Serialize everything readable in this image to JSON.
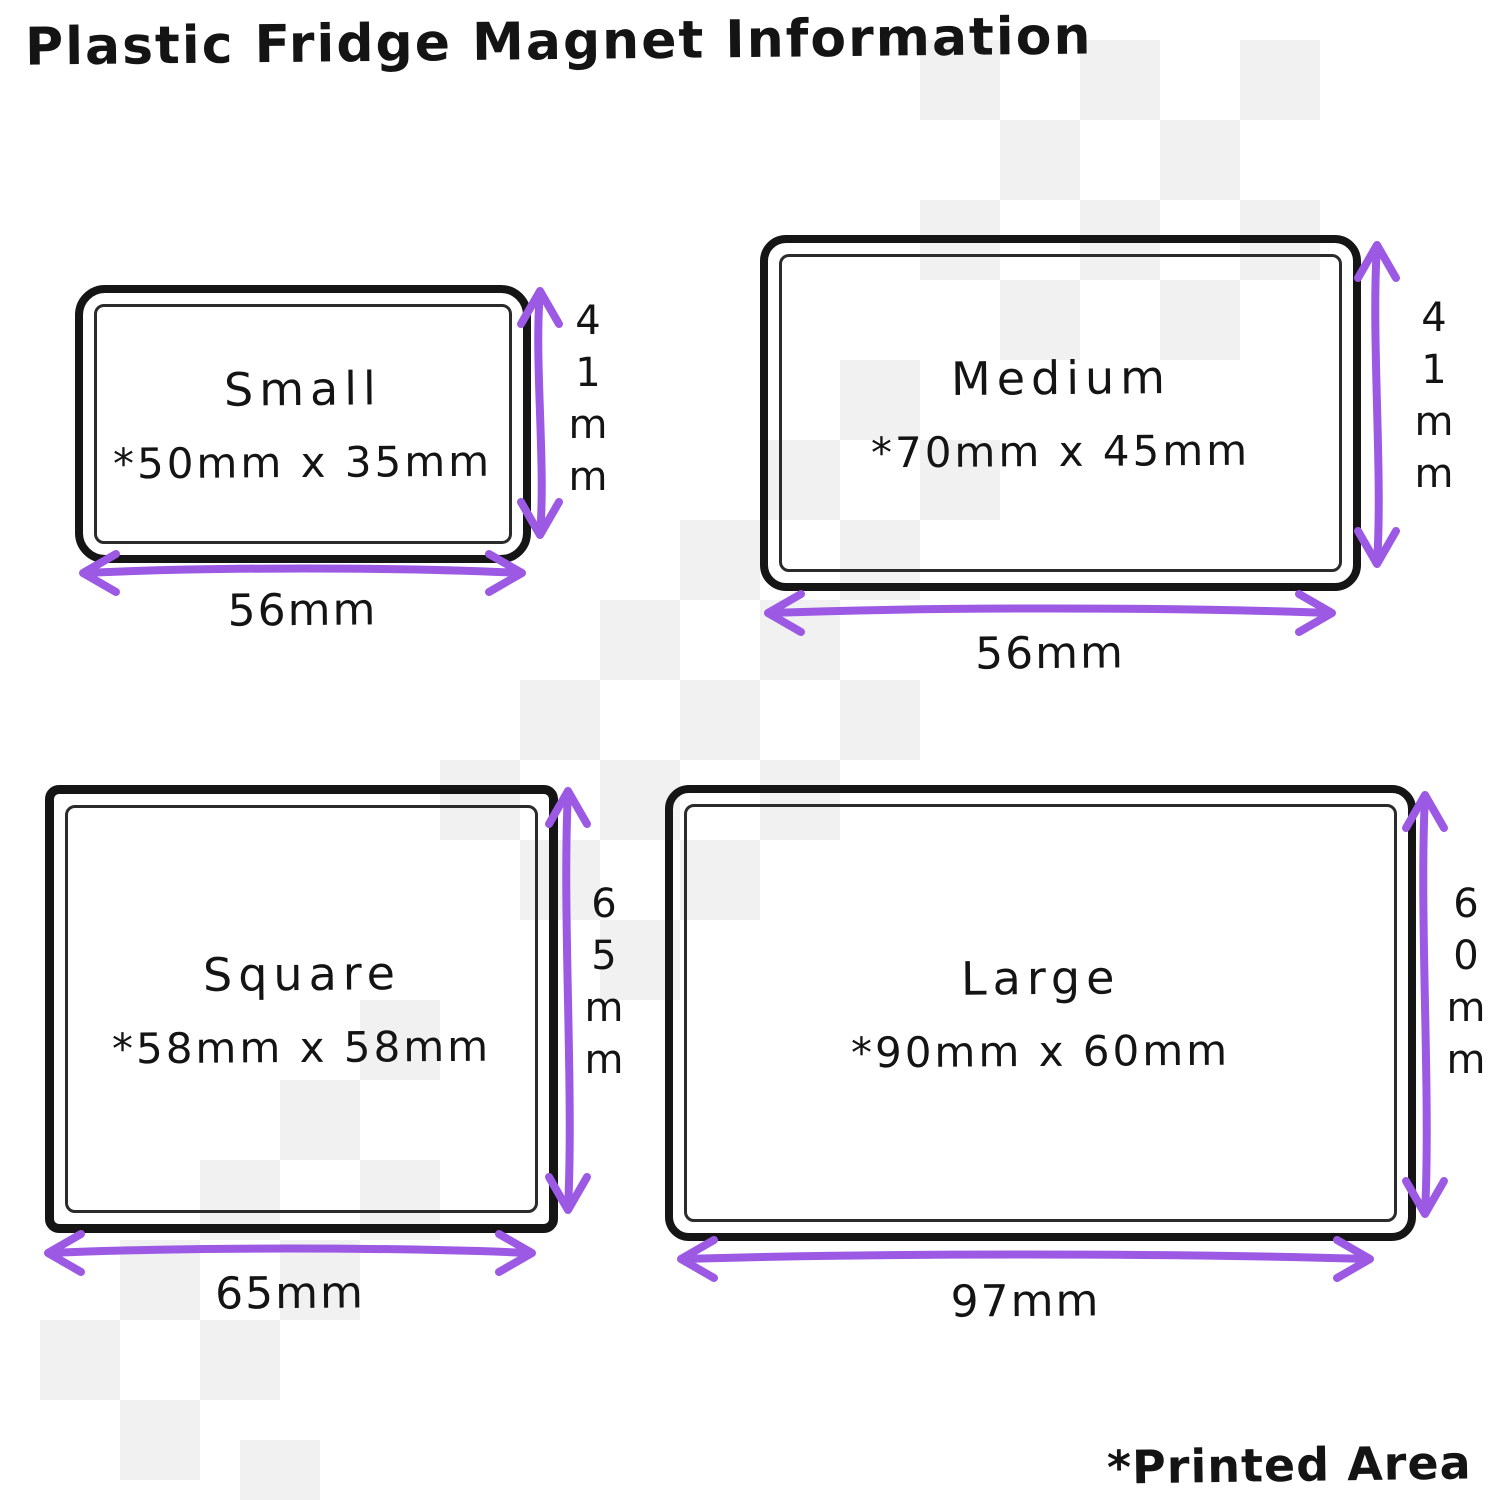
{
  "title": "Plastic Fridge Magnet Information",
  "footnote": "*Printed Area",
  "colors": {
    "arrow": "#9c59e3",
    "ink": "#141414"
  },
  "magnets": {
    "small": {
      "name": "Small",
      "printed_size": "*50mm x 35mm",
      "width": "56mm",
      "height": "41mm"
    },
    "medium": {
      "name": "Medium",
      "printed_size": "*70mm x 45mm",
      "width": "56mm",
      "height": "41mm"
    },
    "square": {
      "name": "Square",
      "printed_size": "*58mm x 58mm",
      "width": "65mm",
      "height": "65mm"
    },
    "large": {
      "name": "Large",
      "printed_size": "*90mm x 60mm",
      "width": "97mm",
      "height": "60mm"
    }
  }
}
